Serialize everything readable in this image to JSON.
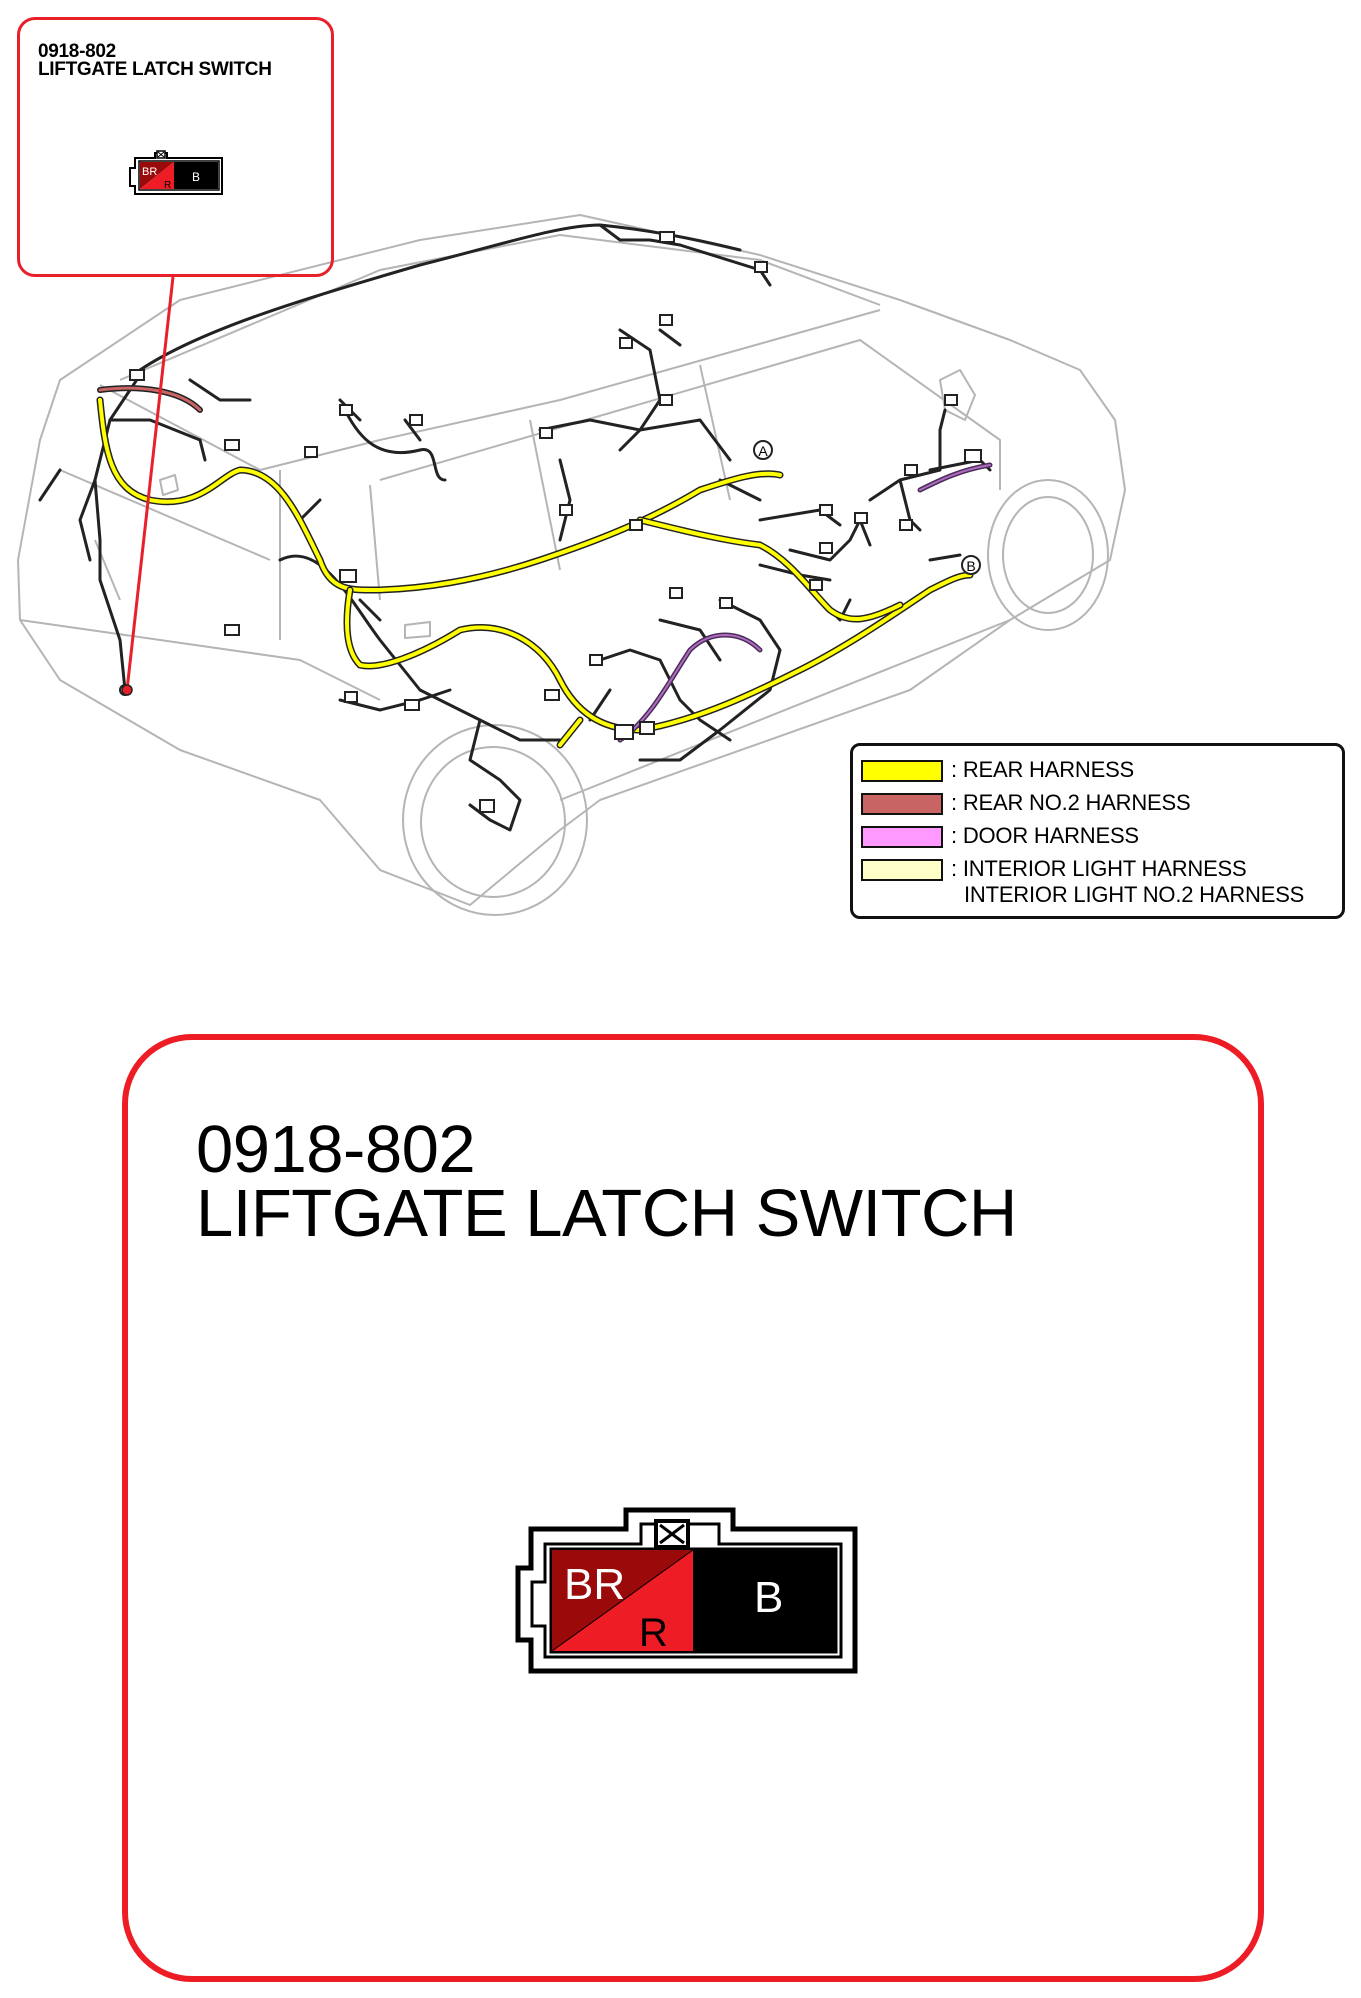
{
  "callout_small": {
    "code": "0918-802",
    "title": "LIFTGATE LATCH SWITCH"
  },
  "callout_large": {
    "code": "0918-802",
    "title": "LIFTGATE LATCH SWITCH"
  },
  "connector": {
    "pins": [
      {
        "label_main": "BR",
        "label_stripe": "R",
        "main_color": "#9b0a0a",
        "stripe_color": "#ee1c24"
      },
      {
        "label_main": "B",
        "main_color": "#000000"
      }
    ]
  },
  "markers": {
    "a": "A",
    "b": "B"
  },
  "legend": {
    "items": [
      {
        "label": ": REAR HARNESS",
        "color": "#ffff00"
      },
      {
        "label": ": REAR NO.2 HARNESS",
        "color": "#c86464"
      },
      {
        "label": ": DOOR HARNESS",
        "color": "#ff99ff"
      },
      {
        "label": ": INTERIOR LIGHT HARNESS",
        "label2": "INTERIOR LIGHT NO.2 HARNESS",
        "color": "#ffffc8"
      }
    ]
  },
  "colors": {
    "callout_border": "#ee1c24",
    "vehicle_outline": "#b8b8b8",
    "wire_dark": "#222222"
  }
}
